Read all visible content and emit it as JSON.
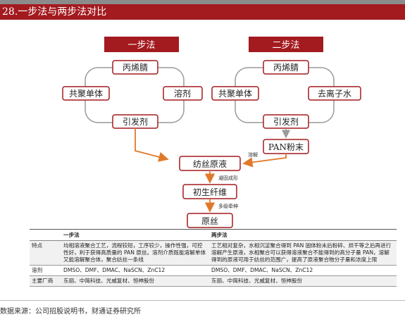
{
  "title": "28.一步法与两步法对比",
  "colors": {
    "brand_red": "#a31a1f",
    "arrow_orange": "#e07a2a",
    "line_gray": "#9a9a9a"
  },
  "one_step": {
    "header": "一步法",
    "top": "丙烯腈",
    "left": "共聚单体",
    "right": "溶剂",
    "bottom": "引发剂"
  },
  "two_step": {
    "header": "二步法",
    "top": "丙烯腈",
    "left": "共聚单体",
    "right": "去离子水",
    "bottom": "引发剂",
    "powder": "PAN粉末",
    "dissolve_label": "溶解"
  },
  "flow": {
    "spinning_dope": "纺丝原液",
    "coagulation_label": "凝固成形",
    "nascent_fiber": "初生纤维",
    "stretch_label": "多级牵伸",
    "precursor": "原丝"
  },
  "table": {
    "headers": [
      "",
      "一步法",
      "两步法"
    ],
    "rows": [
      [
        "特点",
        "均相溶液聚合工艺，流程较短，工序较少，操作性强，可控性好，利于获得高质量的 PAN 原丝。溶剂介质既能溶解单体又能溶解聚合体，聚合纺丝一条线",
        "工艺相对复杂，水相沉淀聚合得到 PAN 固体粉末后粉碎、烘干等之后再进行溶解产生原液，水相聚合可以获得溶液聚合不能得到的高分子量 PAN，溶解得到的原液可用于纺丝的范围广，提高了原液聚合物分子量和浓度上限"
      ],
      [
        "溶剂",
        "DMSO、DMF、DMAC、NaSCN、ZnC12",
        "DMSO、DMF、DMAC、NaSCN、ZnC12"
      ],
      [
        "主要厂商",
        "东丽、中简科技、光威复材、恒神股份",
        "东丽、中简科技、光威复材、恒神股份"
      ]
    ]
  },
  "source": "数据来源：公司招股说明书，财通证券研究所"
}
